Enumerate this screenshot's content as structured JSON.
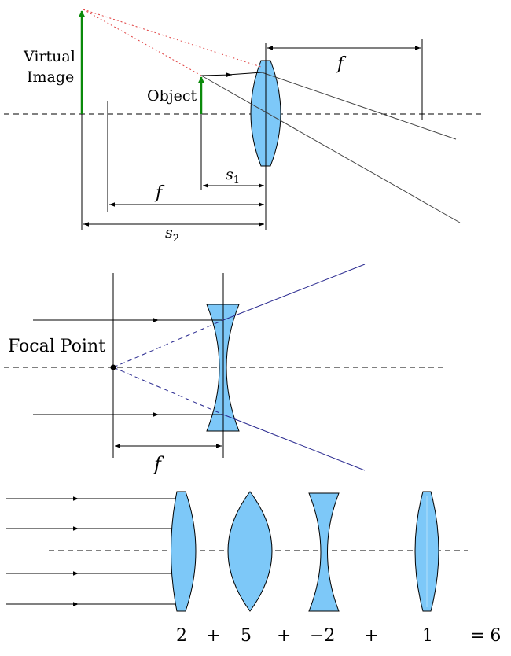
{
  "diagram1": {
    "virtual_image_line1": "Virtual",
    "virtual_image_line2": "Image",
    "object_label": "Object",
    "focal_top": "f",
    "focal_bottom": "f",
    "s1_base": "s",
    "s1_sub": "1",
    "s2_base": "s",
    "s2_sub": "2"
  },
  "diagram2": {
    "focal_point_label": "Focal Point",
    "focal_label": "f"
  },
  "diagram3": {
    "powers": [
      "2",
      "+",
      "5",
      "+",
      "−2",
      "+",
      "1",
      "= 6"
    ]
  },
  "colors": {
    "lens_fill": "#7dc8f8",
    "arrow_green": "#0a8a0a",
    "virtual_ray_red": "#e04040",
    "diverging_ray_blue": "#2a2a90",
    "line_black": "#000000"
  }
}
